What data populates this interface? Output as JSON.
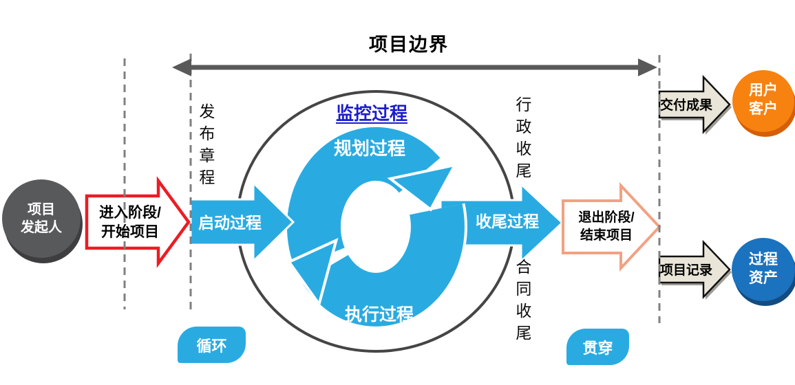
{
  "colors": {
    "light_blue": "#29ABE2",
    "monitor_blue": "#1C1CCE",
    "deep_blue_circle": "#1B72BE",
    "deep_blue_shadow": "#124C80",
    "orange_circle": "#F8820F",
    "orange_shadow": "#D55F06",
    "gray_circle": "#58595B",
    "gray_circle_shadow": "#3E3E40",
    "red": "#EC1C24",
    "salmon": "#F2A183",
    "beige": "#E9E5D8",
    "beige_shadow": "#9D9B94",
    "arrow_gray": "#595959",
    "ellipse_gray": "#454545",
    "dash_gray": "#7F7F7F"
  },
  "title": {
    "text": "项目边界"
  },
  "sponsor_circle": {
    "line1": "项目",
    "line2": "发起人"
  },
  "enter_arrow": {
    "line1": "进入阶段/",
    "line2": "开始项目"
  },
  "charter_note": "发布章程",
  "cycle": {
    "initiating": "启动过程",
    "monitoring": "监控过程",
    "planning": "规划过程",
    "executing": "执行过程",
    "closing": "收尾过程"
  },
  "closure_notes": {
    "admin": "行政收尾",
    "contract": "合同收尾"
  },
  "exit_arrow": {
    "line1": "退出阶段/",
    "line2": "结束项目"
  },
  "deliver_arrow": {
    "label": "交付成果"
  },
  "customer_circle": {
    "line1": "用户",
    "line2": "客户"
  },
  "records_arrow": {
    "label": "项目记录"
  },
  "assets_circle": {
    "line1": "过程",
    "line2": "资产"
  },
  "badges": {
    "loop": "循环",
    "through": "贯穿"
  }
}
